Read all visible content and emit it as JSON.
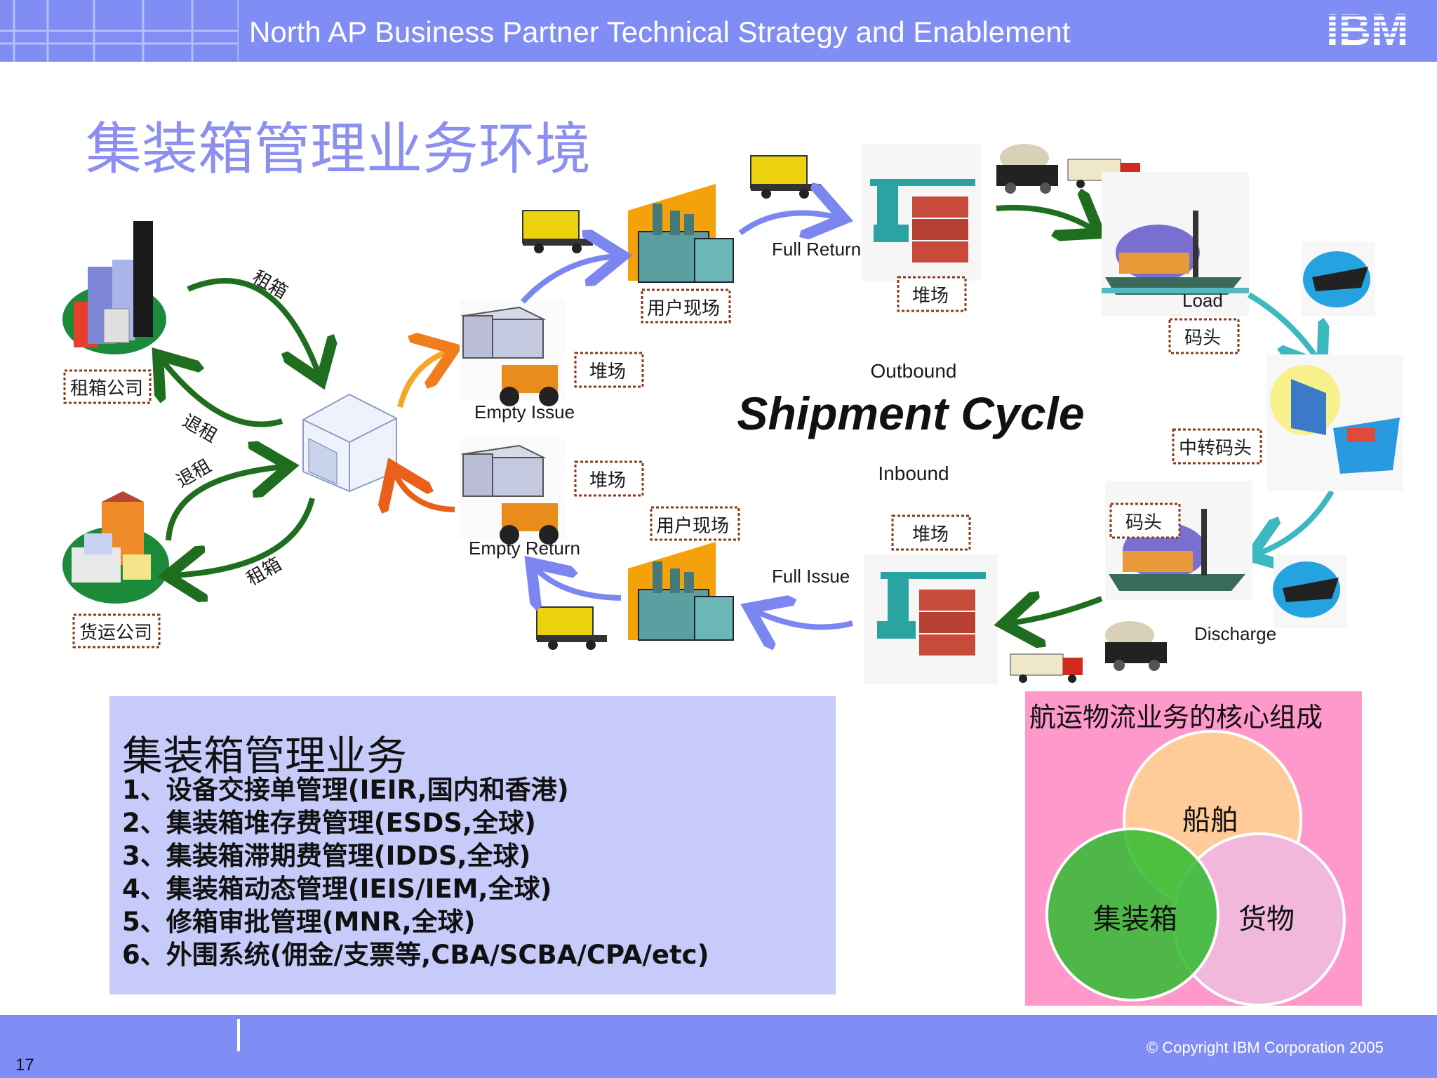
{
  "header": {
    "title": "North AP Business Partner Technical Strategy and Enablement",
    "logo_text": "IBM"
  },
  "slide_title": "集装箱管理业务环境",
  "diagram": {
    "center_title_top": "Outbound",
    "center_title": "Shipment Cycle",
    "center_title_bottom": "Inbound",
    "leasing_company": "租箱公司",
    "forwarder_company": "货运公司",
    "lease_top": "租箱",
    "return_top": "退租",
    "return_bottom": "退租",
    "lease_bottom": "租箱",
    "empty_issue": "Empty Issue",
    "empty_return": "Empty Return",
    "yard_upper": "堆场",
    "yard_lower": "堆场",
    "customer_site_upper": "用户现场",
    "customer_site_lower": "用户现场",
    "full_return": "Full Return",
    "full_issue": "Full Issue",
    "yard_top": "堆场",
    "yard_bottom": "堆场",
    "load": "Load",
    "terminal_top": "码头",
    "transship_terminal": "中转码头",
    "terminal_bottom": "码头",
    "discharge": "Discharge"
  },
  "services": {
    "heading": "集装箱管理业务",
    "items": [
      "1、设备交接单管理(IEIR,国内和香港)",
      "2、集装箱堆存费管理(ESDS,全球)",
      "3、集装箱滞期费管理(IDDS,全球)",
      "4、集装箱动态管理(IEIS/IEM,全球)",
      "5、修箱审批管理(MNR,全球)",
      "6、外围系统(佣金/支票等,CBA/SCBA/CPA/etc)"
    ]
  },
  "core": {
    "title": "航运物流业务的核心组成",
    "ship": "船舶",
    "container": "集装箱",
    "cargo": "货物"
  },
  "footer": {
    "page_number": "17",
    "copyright": "© Copyright IBM Corporation 2005"
  },
  "colors": {
    "header_bar": "#7f8df4",
    "slide_title": "#8b8ff0",
    "services_box": "#c7cbfa",
    "core_box": "#ff99cc",
    "arrow_green": "#1f6e1f",
    "arrow_blue": "#7c86f0",
    "arrow_teal": "#3cb8c0",
    "arrow_orange": "#f07e1c"
  }
}
